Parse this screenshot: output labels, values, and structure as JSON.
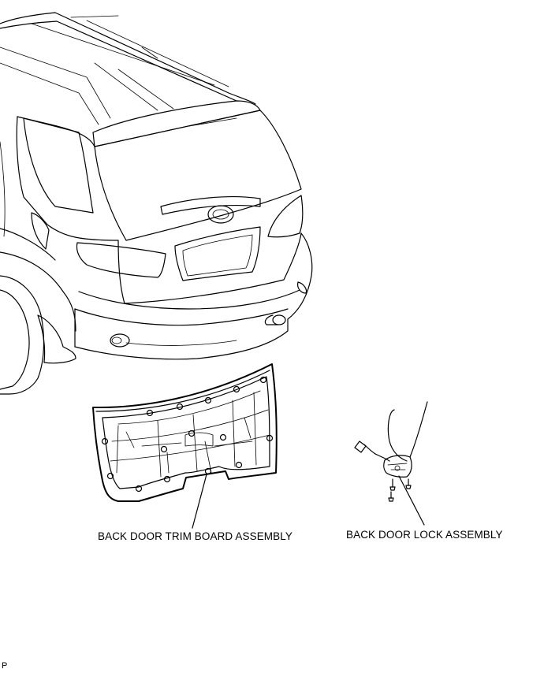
{
  "labels": {
    "trim_board": "BACK DOOR TRIM BOARD ASSEMBLY",
    "door_lock": "BACK DOOR LOCK ASSEMBLY"
  },
  "page_code": "P"
}
